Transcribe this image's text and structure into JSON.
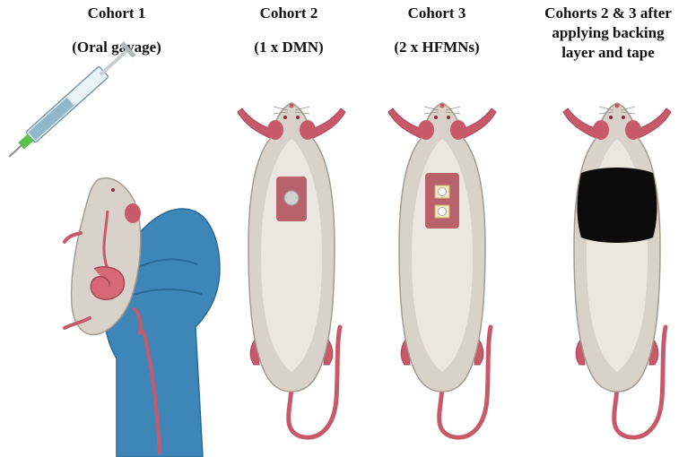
{
  "cohort1": {
    "title": "Cohort 1",
    "subtitle": "(Oral gavage)"
  },
  "cohort2": {
    "title": "Cohort 2",
    "subtitle": "(1 x DMN)"
  },
  "cohort3": {
    "title": "Cohort 3",
    "subtitle": "(2 x HFMNs)"
  },
  "cohort4": {
    "line1": "Cohorts 2 & 3 after",
    "line2": "applying backing",
    "line3": "layer and tape"
  },
  "colors": {
    "rat_body": "#d8d2c8",
    "rat_outline": "#a59c90",
    "rat_pink": "#c8596a",
    "patch": "#b9626c",
    "glove": "#3e86b8",
    "tape": "#0b0b0b",
    "syringe": "#8fb7c8",
    "needle": "#5cbf4f"
  }
}
